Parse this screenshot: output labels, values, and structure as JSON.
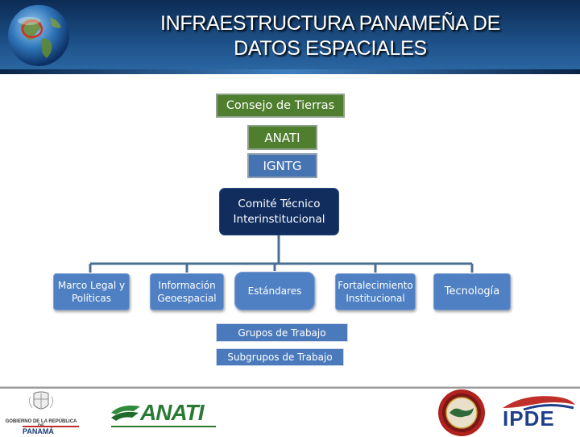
{
  "header": {
    "title": "INFRAESTRUCTURA PANAMEÑA DE\nDATOS ESPACIALES"
  },
  "org_chart": {
    "level1": "Consejo de Tierras",
    "level2": "ANATI",
    "level3": "IGNTG",
    "committee": "Comité Técnico Interinstitucional",
    "areas": [
      {
        "label": "Marco Legal y Políticas"
      },
      {
        "label": "Información Geoespacial"
      },
      {
        "label": "Estándares"
      },
      {
        "label": "Fortalecimiento Institucional"
      },
      {
        "label": "Tecnología"
      }
    ],
    "groups": "Grupos de Trabajo",
    "subgroups": "Subgrupos de Trabajo"
  },
  "footer": {
    "logo_gov_line1": "GOBIERNO DE LA REPÚBLICA DE",
    "logo_gov_line2": "PANAMÁ",
    "logo_anati": "ANATI",
    "logo_ipde": "IPDE"
  },
  "colors": {
    "header_dark": "#0c2b54",
    "green_box": "#4f7e2e",
    "blue_box": "#4674b3",
    "navy_box": "#102d5e",
    "area_box": "#4e80c3",
    "connector": "#4a6f95"
  }
}
